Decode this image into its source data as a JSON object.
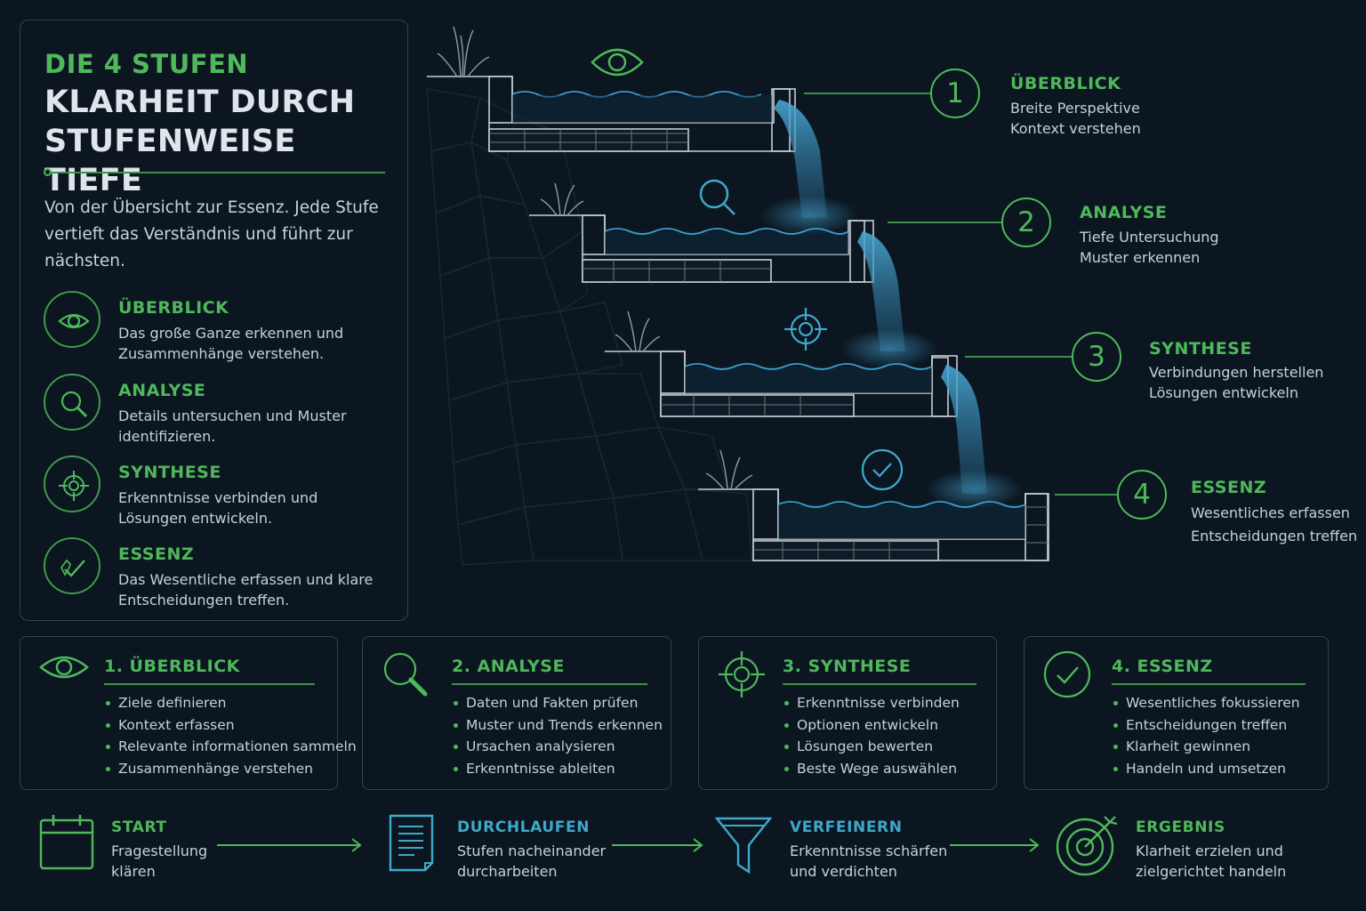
{
  "intro": {
    "kicker": "DIE 4 STUFEN",
    "title": "KLARHEIT DURCH STUFENWEISE TIEFE",
    "lead": "Von der Übersicht zur Essenz. Jede Stufe vertieft das Verständnis und führt zur nächsten.",
    "stages": [
      {
        "icon": "eye-icon",
        "title": "ÜBERBLICK",
        "desc": "Das große Ganze erkennen und Zusammenhänge verstehen."
      },
      {
        "icon": "magnifier-icon",
        "title": "ANALYSE",
        "desc": "Details untersuchen und Muster identifizieren."
      },
      {
        "icon": "crosshair-icon",
        "title": "SYNTHESE",
        "desc": "Erkenntnisse verbinden und Lösungen entwickeln."
      },
      {
        "icon": "check-icon",
        "title": "ESSENZ",
        "desc": "Das Wesentliche erfassen und klare Entscheidungen treffen."
      }
    ]
  },
  "diagram": {
    "nodes": [
      {
        "number": "1",
        "title": "ÜBERBLICK",
        "line1": "Breite Perspektive",
        "line2": "Kontext verstehen",
        "icon": "eye-icon"
      },
      {
        "number": "2",
        "title": "ANALYSE",
        "line1": "Tiefe Untersuchung",
        "line2": "Muster erkennen",
        "icon": "magnifier-icon"
      },
      {
        "number": "3",
        "title": "SYNTHESE",
        "line1": "Verbindungen herstellen",
        "line2": "Lösungen entwickeln",
        "icon": "crosshair-icon"
      },
      {
        "number": "4",
        "title": "ESSENZ",
        "line1": "Wesentliches erfassen",
        "line2": "Entscheidungen treffen",
        "icon": "check-icon"
      }
    ]
  },
  "cards": [
    {
      "title": "1. ÜBERBLICK",
      "icon": "eye-icon",
      "items": [
        "Ziele definieren",
        "Kontext erfassen",
        "Relevante informationen sammeln",
        "Zusammenhänge verstehen"
      ]
    },
    {
      "title": "2. ANALYSE",
      "icon": "magnifier-icon",
      "items": [
        "Daten und Fakten prüfen",
        "Muster und Trends erkennen",
        "Ursachen analysieren",
        "Erkenntnisse ableiten"
      ]
    },
    {
      "title": "3. SYNTHESE",
      "icon": "crosshair-icon",
      "items": [
        "Erkenntnisse verbinden",
        "Optionen entwickeln",
        "Lösungen bewerten",
        "Beste Wege auswählen"
      ]
    },
    {
      "title": "4. ESSENZ",
      "icon": "check-icon",
      "items": [
        "Wesentliches fokussieren",
        "Entscheidungen treffen",
        "Klarheit gewinnen",
        "Handeln und umsetzen"
      ]
    }
  ],
  "flow": [
    {
      "title": "START",
      "line1": "Fragestellung",
      "line2": "klären",
      "icon": "calendar-icon"
    },
    {
      "title": "DURCHLAUFEN",
      "line1": "Stufen nacheinander",
      "line2": "durcharbeiten",
      "icon": "document-icon"
    },
    {
      "title": "VERFEINERN",
      "line1": "Erkenntnisse schärfen",
      "line2": "und verdichten",
      "icon": "funnel-icon"
    },
    {
      "title": "ERGEBNIS",
      "line1": "Klarheit erzielen und",
      "line2": "zielgerichtet handeln",
      "icon": "target-icon"
    }
  ],
  "colors": {
    "background": "#0b1621",
    "green": "#4fb85a",
    "cyan": "#3fa9c9",
    "water": "#3a8fb8"
  }
}
